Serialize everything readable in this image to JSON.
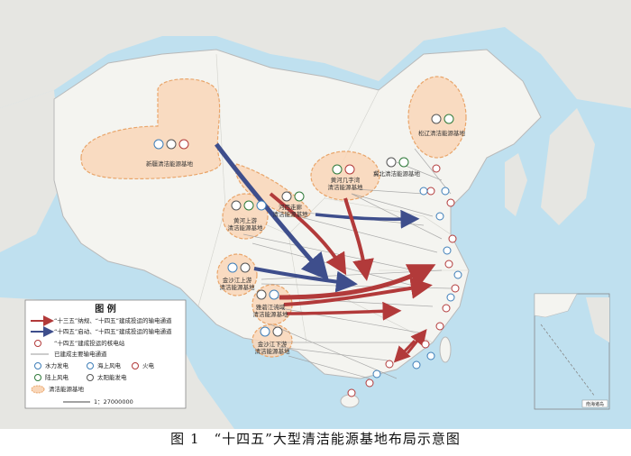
{
  "caption": "图 1　“十四五”大型清洁能源基地布局示意图",
  "legend": {
    "title": "图 例",
    "items": [
      "“十三五”纳规、“十四五”建成投运的输电通道",
      "“十四五”启动、“十四五”建成投运的输电通道",
      "“十四五”建成投运的核电站",
      "已建成主要输电通道",
      "水力发电",
      "海上风电",
      "火电",
      "陆上风电",
      "太阳能发电",
      "清洁能源基地"
    ],
    "scale": "1：27000000"
  },
  "bases": {
    "xinjiang": "新疆清洁能源基地",
    "songliao": "松辽清洁能源基地",
    "jibei": "冀北清洁能源基地",
    "huanghe_jizi": [
      "黄河几字湾",
      "清洁能源基地"
    ],
    "hexi": [
      "河西走廊",
      "清洁能源基地"
    ],
    "huanghe_upper": [
      "黄河上游",
      "清洁能源基地"
    ],
    "jinsha_upper": [
      "金沙江上游",
      "清洁能源基地"
    ],
    "yalong": [
      "雅砻江流域",
      "清洁能源基地"
    ],
    "jinsha_lower": [
      "金沙江下游",
      "清洁能源基地"
    ]
  },
  "inset_label": "南海诸岛",
  "colors": {
    "ocean": "#bfe0ef",
    "land": "#f4f4f0",
    "base_fill": "#f9d6b8",
    "red_arrow": "#b23a3a",
    "blue_arrow": "#3e4e8c",
    "line": "#9a9a9a"
  }
}
